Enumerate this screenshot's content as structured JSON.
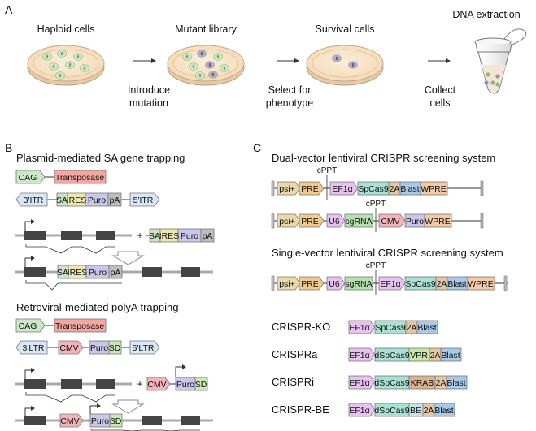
{
  "panelA": {
    "letter": "A",
    "stages": [
      "Haploid cells",
      "Mutant library",
      "Survival cells",
      "DNA extraction"
    ],
    "arrow1": [
      "Introduce",
      "mutation"
    ],
    "arrow2": [
      "Select for",
      "phenotype"
    ],
    "arrow3": [
      "Collect",
      "cells"
    ]
  },
  "panelB": {
    "letter": "B",
    "plasmid": {
      "title": "Plasmid-mediated SA gene trapping",
      "cag": "CAG",
      "transposase": "Transposase",
      "itr3": "3'ITR",
      "sa": "SA",
      "ires": "IRES",
      "puro": "Puro",
      "pa": "pA",
      "itr5": "5'ITR",
      "plus": "+"
    },
    "retro": {
      "title": "Retroviral-mediated polyA trapping",
      "cag": "CAG",
      "transposase": "Transposase",
      "ltr3": "3'LTR",
      "cmv": "CMV",
      "puro": "Puro",
      "sd": "SD",
      "ltr5": "5'LTR",
      "plus": "+"
    }
  },
  "panelC": {
    "letter": "C",
    "dual_title": "Dual-vector lentiviral CRISPR screening system",
    "single_title": "Single-vector lentiviral CRISPR screening system",
    "cppt": "cPPT",
    "psi": "psi+",
    "pre": "PRE",
    "ef1a": "EF1α",
    "spcas9": "SpCas9",
    "dspcas9": "dSpCas9",
    "two_a": "2A",
    "blast": "Blast",
    "wpre": "WPRE",
    "u6": "U6",
    "sgrna": "sgRNA",
    "cmv": "CMV",
    "puro": "Puro",
    "vpr": "VPR",
    "krab": "KRAB",
    "be": "BE",
    "systems": [
      "CRISPR-KO",
      "CRISPRa",
      "CRISPRi",
      "CRISPR-BE"
    ]
  },
  "colors": {
    "dish_fill": "#f7e3c8",
    "cell_green": "#cfe6c4",
    "cell_purple": "#b9a7cc",
    "cag_green": "#cde8c8",
    "transposase_red": "#f2a7a3",
    "ltr_blue": "#d8e6f5",
    "sa_green": "#c9e4c3",
    "ires_yellow": "#ece8ad",
    "puro_purple": "#c9c6e8",
    "pa_gray": "#bdbdbd",
    "psi_tan": "#e9d9a8",
    "pre_orange": "#f2c98d",
    "ef1a_violet": "#e7c1ef",
    "cas9_teal": "#a8e0d2",
    "twoa_tan": "#e2c7a2",
    "blast_blue": "#a9c9e8",
    "wpre_peach": "#f3c9a6",
    "sgrna_green": "#b7e0b0",
    "vpr_green": "#c5e9a4",
    "krab_brown": "#d9b28e",
    "exon_dark": "#444444"
  }
}
